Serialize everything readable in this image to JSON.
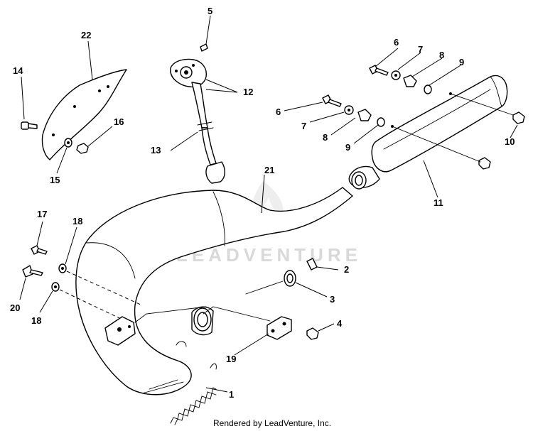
{
  "watermark": {
    "brand_text": "LEADVENTURE"
  },
  "footer": {
    "rendered_by": "Rendered by LeadVenture, Inc."
  },
  "callouts": {
    "c1": "1",
    "c2": "2",
    "c3": "3",
    "c4": "4",
    "c5": "5",
    "c6a": "6",
    "c6b": "6",
    "c7a": "7",
    "c7b": "7",
    "c8a": "8",
    "c8b": "8",
    "c9a": "9",
    "c9b": "9",
    "c10": "10",
    "c11": "11",
    "c12": "12",
    "c13": "13",
    "c14": "14",
    "c15": "15",
    "c16": "16",
    "c17": "17",
    "c18a": "18",
    "c18b": "18",
    "c19": "19",
    "c20": "20",
    "c21": "21",
    "c22": "22"
  }
}
